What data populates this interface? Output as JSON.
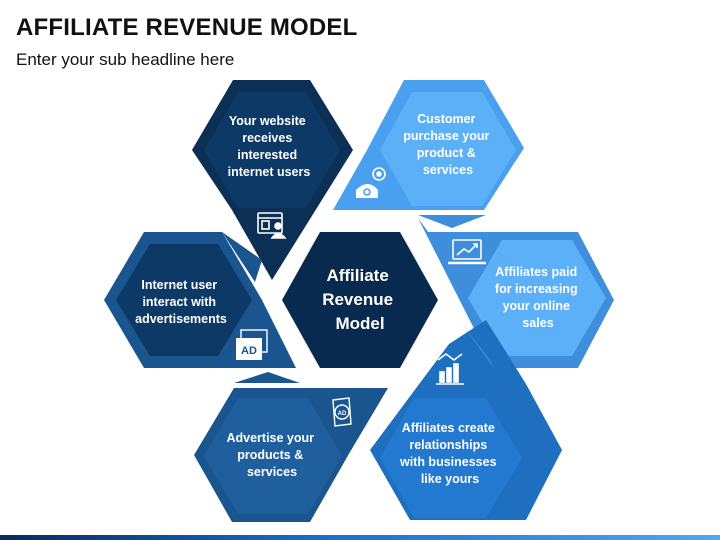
{
  "title": "AFFILIATE REVENUE MODEL",
  "subtitle": "Enter your sub headline here",
  "colors": {
    "navy": "#0b2f55",
    "navy_inner": "#0d3966",
    "steel": "#1b5590",
    "steel_inner": "#205f9e",
    "blue": "#1f6fc0",
    "blue_inner": "#2379cf",
    "sky": "#3e8edb",
    "sky_inner": "#4a9ae6",
    "light": "#4aa0ee",
    "light_inner": "#5cb0f7",
    "center": "#082a4e",
    "icon": "#ffffff"
  },
  "center": {
    "lines": [
      "Affiliate",
      "Revenue",
      "Model"
    ]
  },
  "segments": [
    {
      "id": "website",
      "lines": [
        "Your website",
        "receives",
        "interested",
        "internet users"
      ],
      "icon": "browser-user-icon"
    },
    {
      "id": "purchase",
      "lines": [
        "Customer",
        "purchase your",
        "product &",
        "services"
      ],
      "icon": "phone-gear-icon"
    },
    {
      "id": "paid",
      "lines": [
        "Affiliates paid",
        "for increasing",
        "your online",
        "sales"
      ],
      "icon": "laptop-chart-icon"
    },
    {
      "id": "relationships",
      "lines": [
        "Affiliates create",
        "relationships",
        "with businesses",
        "like yours"
      ],
      "icon": "handshake-chart-icon"
    },
    {
      "id": "advertise",
      "lines": [
        "Advertise your",
        "products &",
        "services"
      ],
      "icon": "ad-coin-icon"
    },
    {
      "id": "interact",
      "lines": [
        "Internet user",
        "interact with",
        "advertisements"
      ],
      "icon": "ad-window-icon"
    }
  ],
  "icon_text": {
    "ad_window": "AD",
    "ad_coin": "AD"
  }
}
